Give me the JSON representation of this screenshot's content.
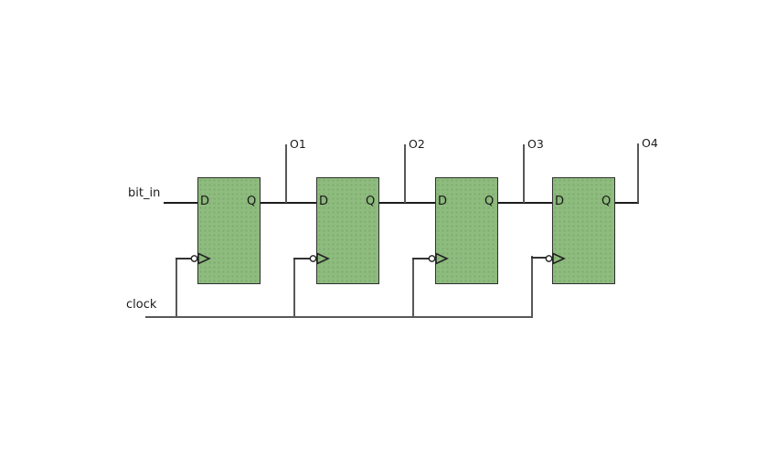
{
  "labels": {
    "input": "bit_in",
    "clock": "clock"
  },
  "flipflops": [
    {
      "d": "D",
      "q": "Q",
      "tap": "O1"
    },
    {
      "d": "D",
      "q": "Q",
      "tap": "O2"
    },
    {
      "d": "D",
      "q": "Q",
      "tap": "O3"
    },
    {
      "d": "D",
      "q": "Q",
      "tap": "O4"
    }
  ],
  "colors": {
    "background": "#ffffff",
    "box_fill": "#8ebc7e",
    "box_border": "#2f2f2f",
    "data_wire": "#1c1c1c",
    "net_wire": "#585858",
    "text": "#1b1b1b"
  }
}
